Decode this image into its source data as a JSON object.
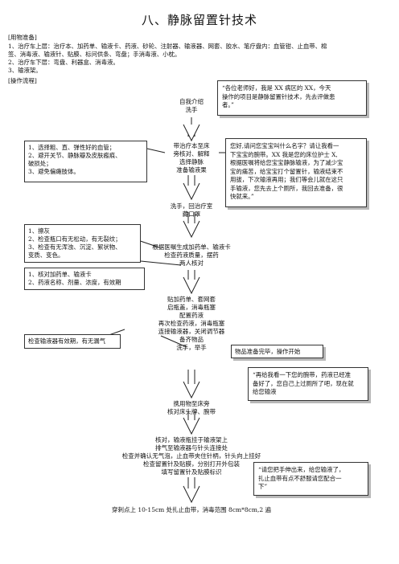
{
  "title": "八、静脉留置针技术",
  "materials": {
    "heading": "[用物准备]",
    "lines": [
      "1、治疗车上层：治疗本、加药单、输液卡、药液、砂轮、注射器、输液器、网套、胶水、笔疗盘内：血管钳、止血带、棉",
      "签、消毒液、输液针、贴膜、标问供条、弯盘；手消毒液、小枕。",
      "2、治疗车下层：弯盘、利器盒、消毒液。",
      "3、输液架。"
    ]
  },
  "process_heading": "[操作流程]",
  "flow": {
    "step1": [
      "自我介绍",
      "洗手"
    ],
    "step2": [
      "带治疗本至床",
      "旁核对、解释",
      "选择静脉",
      "准备输液果"
    ],
    "step3": [
      "洗手，回治疗室",
      "藏口罩"
    ],
    "step4": [
      "根据医嘱生成加药单、输液卡",
      "检查药液质量，摆药",
      "两人核对"
    ],
    "step5": [
      "贴加药单、套网套",
      "启瓶盖，消毒瓶塞",
      "配置药液",
      "再次检查药液，消毒瓶塞",
      "连接输液器，关闭调节器",
      "备齐物品",
      "洗手，举手"
    ],
    "step6": [
      "携用物至床旁",
      "核对床头牌、腕带"
    ],
    "step7": [
      "核对，输液瓶挂于输液架上",
      "排气至输液器与针头连接处",
      "检查并确认无气泡，止血带夹住针柄，针头向上挂好",
      "检查留置针及贴膜，分别打开外包装",
      "填写留置针及贴膜标识"
    ],
    "step8": [
      "穿刺点上 10-15cm 处扎止血带，消毒范围 8cm*8cm,2 遍"
    ]
  },
  "notes": {
    "speech1": [
      "“各位老师好，我是 XX 病区的 XX，今天",
      "操作的项目是静脉留置针技术，先去评做患",
      "者。”"
    ],
    "vein_select": [
      "1、选择粗、直、弹性好的血管；",
      "2、避开关节、静脉瓣及皮肤瘢痕、",
      "破损处；",
      "3、避免偏瘫肢体。"
    ],
    "speech2": [
      "您好,请问您宝宝叫什么名字？请让我看一",
      "下宝宝的腕带。XX 我是您的床位护士 X,",
      "根据医嘱将给您宝宝静脉输液，为了减少宝",
      "宝的痛苦，给宝宝打个留置针，输液结束不",
      "用拔，下次输液再用；我们等会儿就在这只",
      "手输液，您先去上个厕所，我回去准备，很",
      "快就来。”"
    ],
    "check_drug": [
      "1、擦灰",
      "2、检查瓶口有无松动，有无裂纹；",
      "3、检查有无浑浊、沉淀、絮状物、",
      "变质、变色。"
    ],
    "verify": [
      "1、核对加药单、输液卡",
      "2、药液名称、剂量、浓度，有效期"
    ],
    "check_set": [
      "检查输液器有效期，有无漏气"
    ],
    "ready": [
      "物品准备完毕，操作开始"
    ],
    "speech3": [
      "“再给我看一下您的腕带，药液已经准",
      "备好了，您自己上过厕所了吧，现在就",
      "给您输液"
    ],
    "speech4": [
      "“请您把手伸出来，给您输液了，",
      "扎止血带有点不舒服请您配合一",
      "下”"
    ]
  }
}
